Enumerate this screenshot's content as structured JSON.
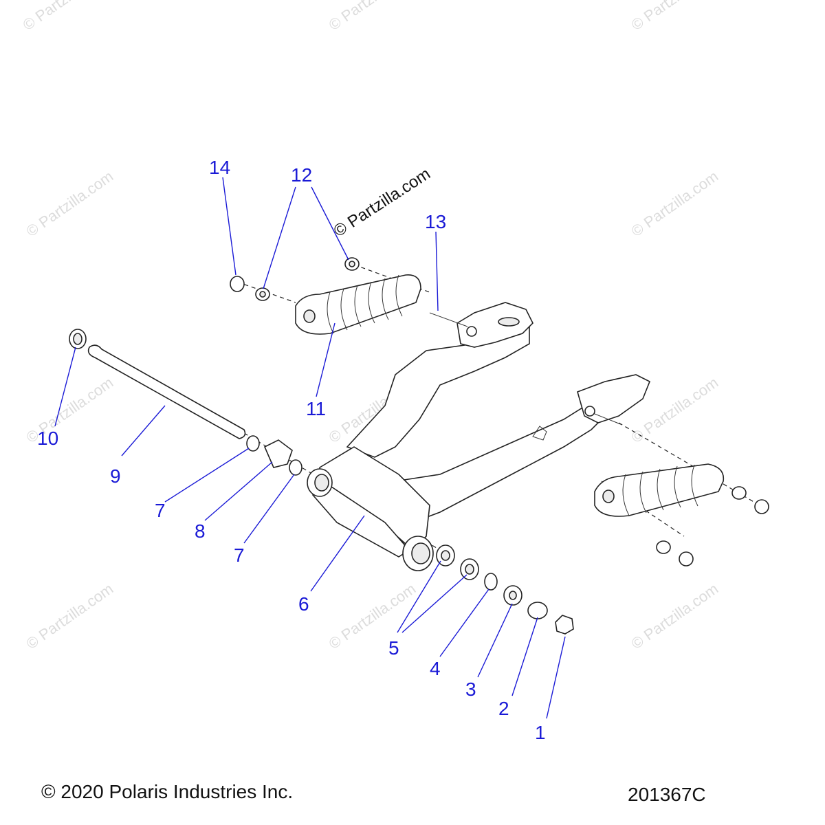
{
  "watermark": {
    "main": "© Partzilla.com",
    "repeat": "© Partzilla.com"
  },
  "callouts": [
    "1",
    "2",
    "3",
    "4",
    "5",
    "6",
    "7",
    "7",
    "8",
    "9",
    "10",
    "11",
    "12",
    "13",
    "14"
  ],
  "footer": {
    "copyright": "© 2020 Polaris Industries Inc.",
    "drawing_number": "201367C"
  },
  "colors": {
    "callout": "#1a1ad6",
    "line_art": "#222222",
    "watermark": "#dcdcdc"
  }
}
